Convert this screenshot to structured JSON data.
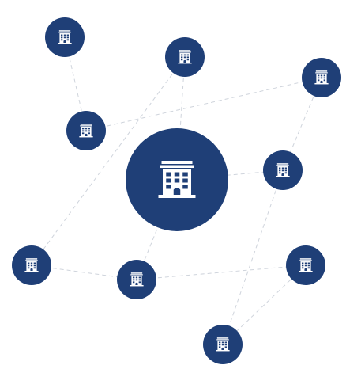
{
  "colors": {
    "node_fill": "#1f3f77",
    "icon": "#ffffff",
    "edge": "#cfd4dc"
  },
  "icon": "office-building-icon",
  "nodes": [
    {
      "id": "hub",
      "role": "central"
    },
    {
      "id": "n1",
      "role": "peripheral"
    },
    {
      "id": "n2",
      "role": "peripheral"
    },
    {
      "id": "n3",
      "role": "peripheral"
    },
    {
      "id": "n4",
      "role": "peripheral"
    },
    {
      "id": "n5",
      "role": "peripheral"
    },
    {
      "id": "n6",
      "role": "peripheral"
    },
    {
      "id": "n7",
      "role": "peripheral"
    },
    {
      "id": "n8",
      "role": "peripheral"
    },
    {
      "id": "n9",
      "role": "peripheral"
    }
  ],
  "edges": [
    [
      "n1",
      "n4"
    ],
    [
      "n2",
      "hub"
    ],
    [
      "n2",
      "n6"
    ],
    [
      "n4",
      "n3"
    ],
    [
      "n3",
      "n5"
    ],
    [
      "n6",
      "n7"
    ],
    [
      "n7",
      "n8"
    ],
    [
      "n7",
      "hub"
    ],
    [
      "n5",
      "n9"
    ],
    [
      "n8",
      "n9"
    ],
    [
      "hub",
      "n5"
    ]
  ]
}
